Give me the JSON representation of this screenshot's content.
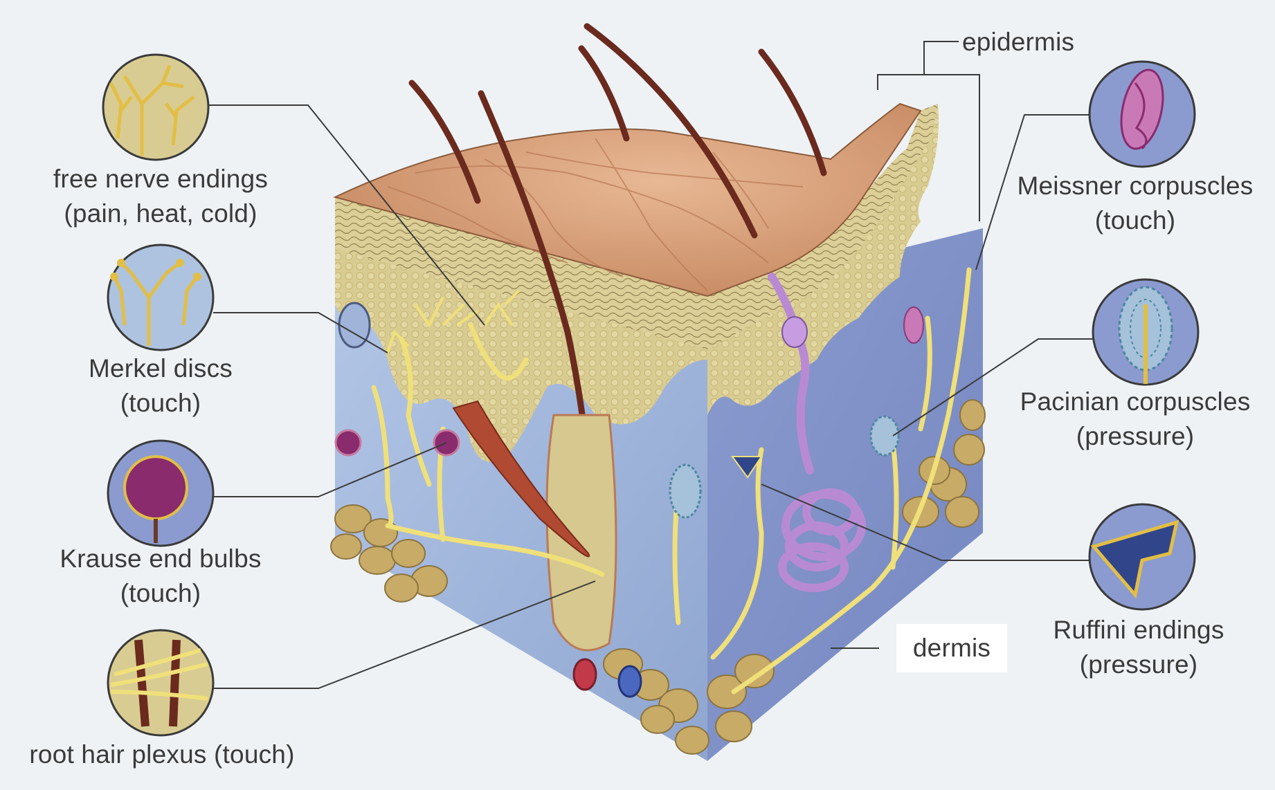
{
  "labels": {
    "epidermis": "epidermis",
    "dermis": "dermis",
    "free_nerve_endings": {
      "line1": "free nerve endings",
      "line2": "(pain, heat, cold)"
    },
    "merkel_discs": {
      "line1": "Merkel discs",
      "line2": "(touch)"
    },
    "krause_end_bulbs": {
      "line1": "Krause end bulbs",
      "line2": "(touch)"
    },
    "root_hair_plexus": {
      "line1": "root hair plexus (touch)"
    },
    "meissner_corpuscles": {
      "line1": "Meissner corpuscles",
      "line2": "(touch)"
    },
    "pacinian_corpuscles": {
      "line1": "Pacinian corpuscles",
      "line2": "(pressure)"
    },
    "ruffini_endings": {
      "line1": "Ruffini endings",
      "line2": "(pressure)"
    }
  },
  "colors": {
    "background": "#eef2f5",
    "skin_surface": "#d9a07c",
    "epidermis": "#d8c98e",
    "dermis": "#9fb4d8",
    "hair": "#6b2a1e",
    "nerve": "#f1e27a",
    "fat": "#c9ad6a",
    "sweat_gland": "#b98ad4",
    "krause": "#8a2b6e",
    "leader_line": "#3a3a3a"
  }
}
